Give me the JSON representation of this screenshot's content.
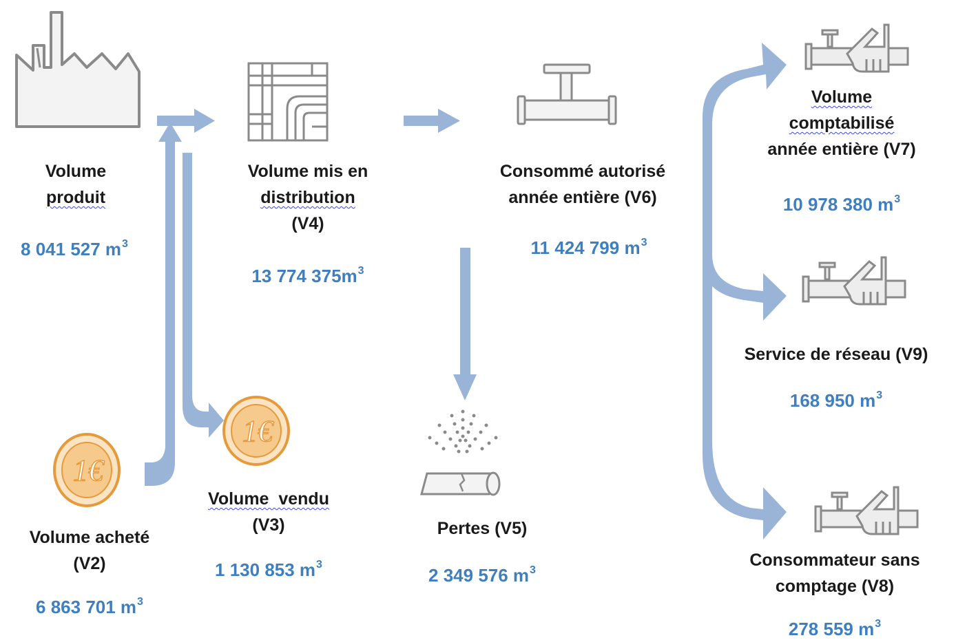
{
  "nodes": {
    "produit": {
      "lines": [
        "Volume",
        "produit"
      ],
      "value": "8 041 527 m",
      "unit_exp": "3"
    },
    "achete": {
      "lines": [
        "Volume acheté",
        "(V2)"
      ],
      "value": "6 863 701 m",
      "unit_exp": "3"
    },
    "vendu": {
      "lines": [
        "Volume  vendu",
        "(V3)"
      ],
      "value": "1 130 853 m",
      "unit_exp": "3"
    },
    "distribution": {
      "lines": [
        "Volume mis en",
        "distribution",
        "(V4)"
      ],
      "value": "13 774 375m",
      "unit_exp": "3"
    },
    "pertes": {
      "lines": [
        "Pertes (V5)"
      ],
      "value": "2 349 576 m",
      "unit_exp": "3"
    },
    "autorise": {
      "lines": [
        "Consommé autorisé",
        "année entière (V6)"
      ],
      "value": "11 424 799 m",
      "unit_exp": "3"
    },
    "comptabilise": {
      "lines": [
        "Volume",
        "comptabilisé",
        "année entière (V7)"
      ],
      "value": "10 978 380 m",
      "unit_exp": "3"
    },
    "service": {
      "lines": [
        "Service de réseau (V9)"
      ],
      "value": "168 950 m",
      "unit_exp": "3"
    },
    "sans_comptage": {
      "lines": [
        "Consommateur sans",
        "comptage (V8)"
      ],
      "value": "278 559 m",
      "unit_exp": "3"
    }
  },
  "icons": {
    "factory": "factory-icon",
    "coin_a": "euro-coin-icon",
    "coin_b": "euro-coin-icon",
    "network": "pipe-network-icon",
    "pipe_valve": "pipe-valve-icon",
    "leak": "leaking-pipe-icon",
    "hand_pipe": "hand-on-pipe-icon"
  },
  "colors": {
    "arrow": "#9ab4d8",
    "value_text": "#3f7fbf",
    "label_text": "#1a1a1a",
    "icon_gray": "#8a8a8a",
    "coin_fill": "#f6c98c",
    "coin_ring": "#e59a3c"
  }
}
